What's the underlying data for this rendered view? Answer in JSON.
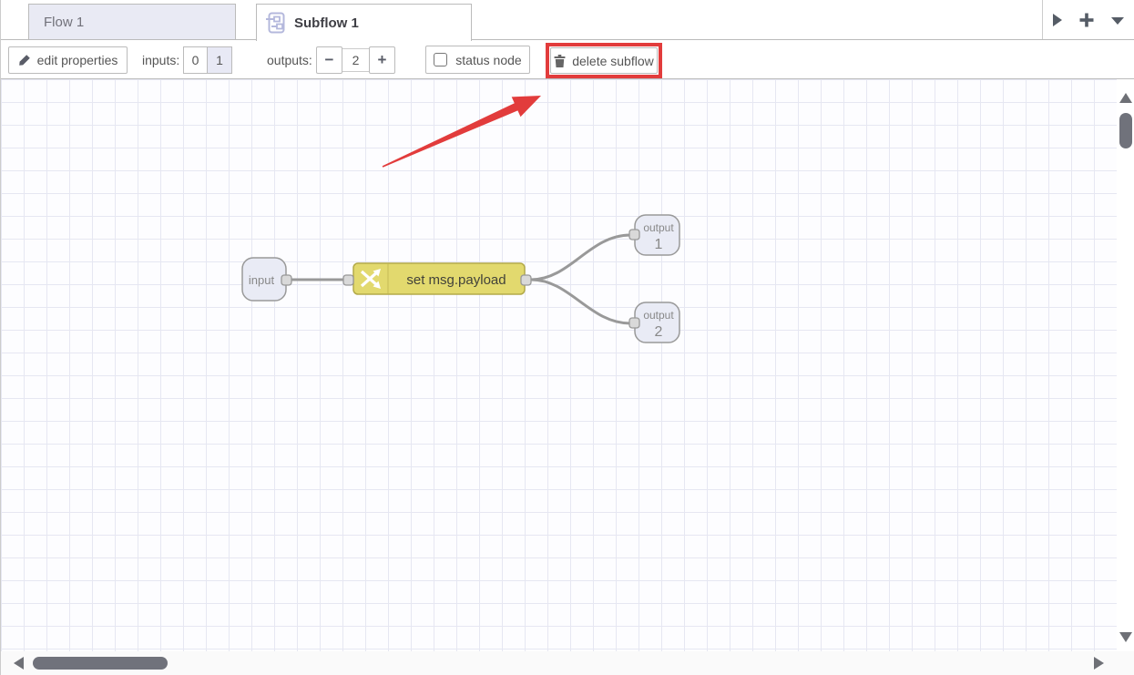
{
  "colors": {
    "accent_red": "#e23c3c",
    "change_node_fill": "#e2d96e",
    "change_node_border": "#b3aa48",
    "port_node_fill": "#e9ebf5",
    "node_border": "#999999",
    "wire": "#999999",
    "port_fill": "#d9d9d9",
    "grid_line": "#e6e7f2",
    "tab_inactive_bg": "#e9eaf4",
    "scroll_thumb": "#70727b"
  },
  "tab_bar": {
    "tabs": [
      {
        "label": "Flow 1",
        "active": false
      },
      {
        "label": "Subflow 1",
        "active": true,
        "icon": "subflow-icon"
      }
    ],
    "action_icons": [
      {
        "name": "scroll-tabs-right-icon"
      },
      {
        "name": "add-tab-icon"
      },
      {
        "name": "tab-list-icon"
      }
    ]
  },
  "toolbar": {
    "edit_properties_label": "edit properties",
    "edit_properties_icon": "pencil-icon",
    "inputs_label": "inputs:",
    "inputs_options": [
      "0",
      "1"
    ],
    "inputs_selected": "1",
    "outputs_label": "outputs:",
    "minus_glyph": "−",
    "outputs_value": "2",
    "plus_glyph": "+",
    "status_node_label": "status node",
    "status_node_checked": false,
    "delete_subflow_label": "delete subflow",
    "delete_subflow_icon": "trash-icon"
  },
  "canvas": {
    "input_node": {
      "label": "input"
    },
    "change_node": {
      "label": "set msg.payload",
      "icon": "shuffle-change-icon"
    },
    "output_node_1": {
      "label": "output",
      "number": "1"
    },
    "output_node_2": {
      "label": "output",
      "number": "2"
    },
    "annotation": {
      "shape": "red arrow pointing at delete subflow button"
    }
  }
}
